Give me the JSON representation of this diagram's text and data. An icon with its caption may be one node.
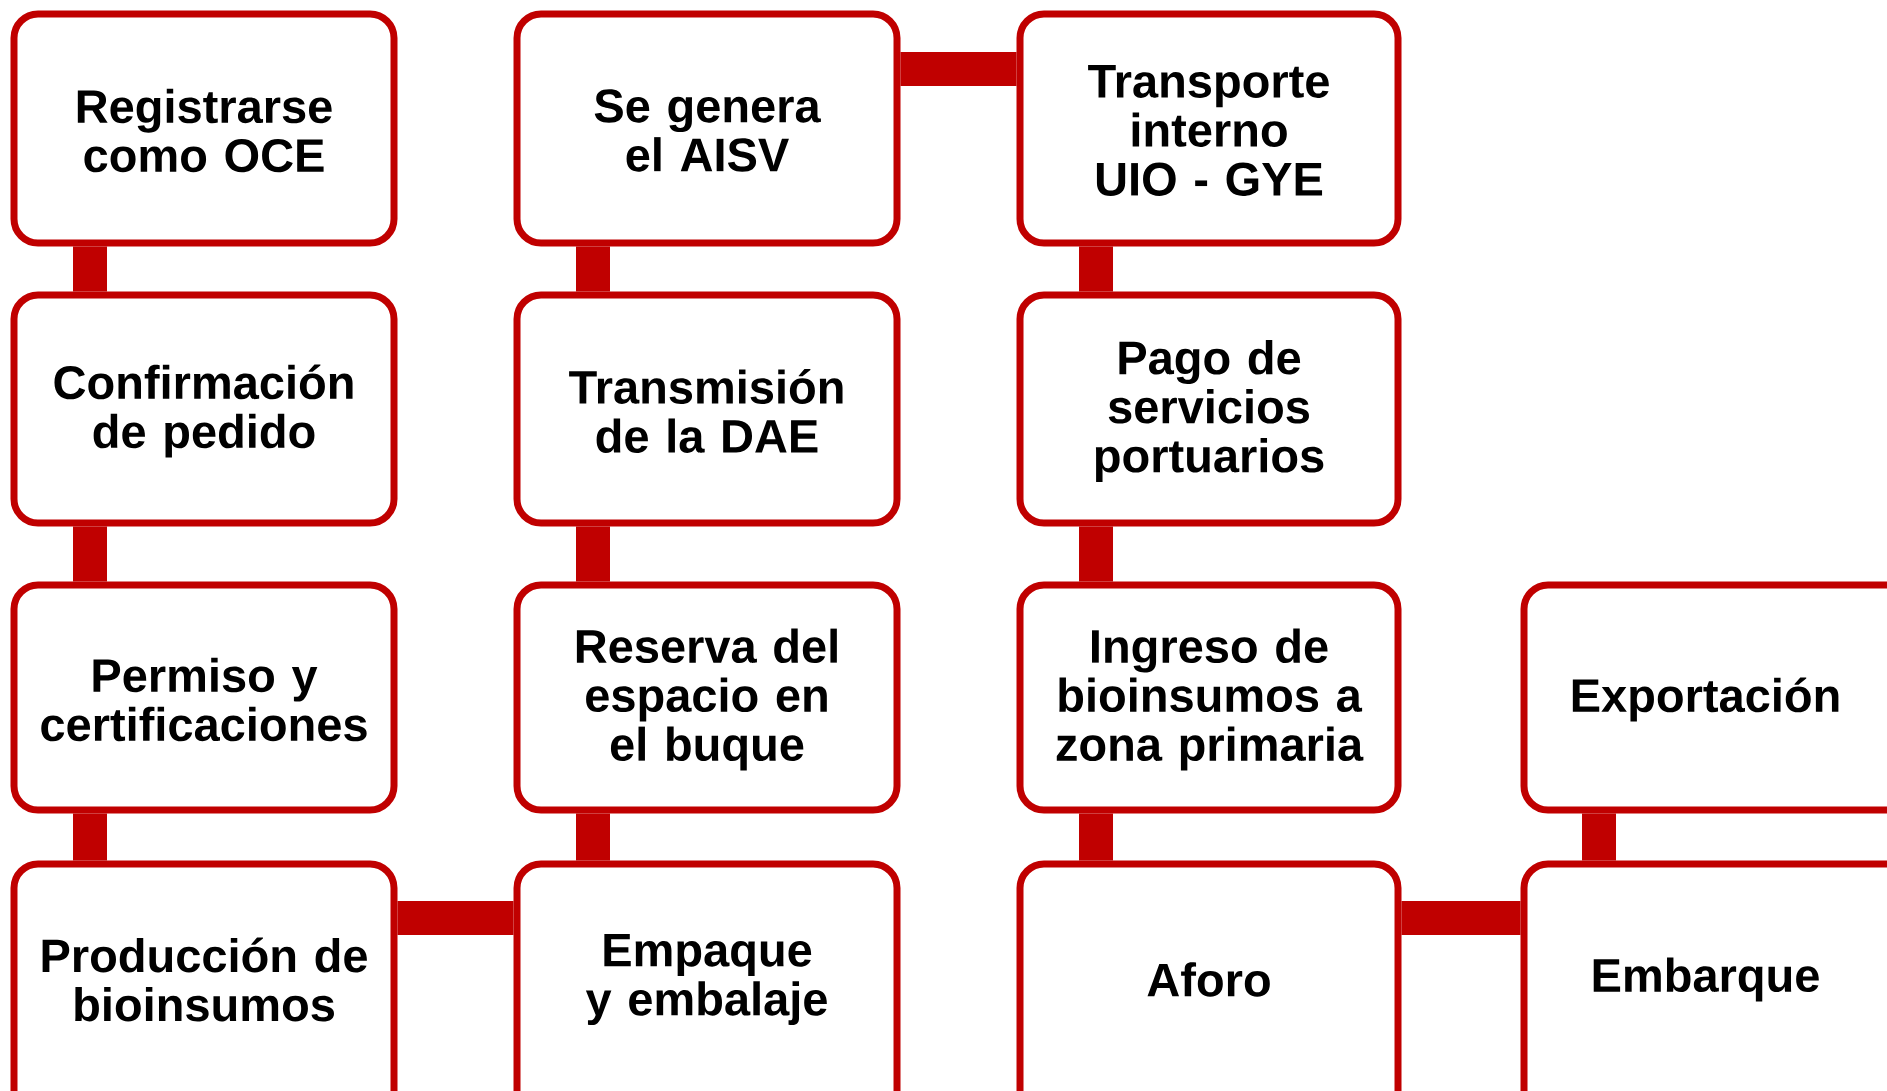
{
  "diagram": {
    "nodes": [
      {
        "text": [
          "Registrarse como OCE"
        ]
      },
      {
        "text": [
          "Confirmación de pedido"
        ]
      },
      {
        "text": [
          "Permiso y certificaciones"
        ]
      },
      {
        "text": [
          "Producción de bioinsumos"
        ]
      },
      {
        "text": [
          "Empaque y embalaje"
        ]
      },
      {
        "text": [
          "Reserva del espacio en el buque"
        ]
      },
      {
        "text": [
          "Transmisión de la DAE"
        ]
      },
      {
        "text": [
          "Se genera el AISV"
        ]
      },
      {
        "text": [
          "Transporte interno UIO - GYE"
        ]
      },
      {
        "text": [
          "Pago de servicios portuarios"
        ]
      },
      {
        "text": [
          "Ingreso de bioinsumos a zona primaria"
        ]
      },
      {
        "text": [
          "Aforo"
        ]
      },
      {
        "text": [
          "Embarque"
        ]
      },
      {
        "text": [
          "Exportación"
        ]
      }
    ],
    "edges": [
      {
        "from": 0,
        "to": 1,
        "arrow": "none"
      },
      {
        "from": 1,
        "to": 2,
        "arrow": "none"
      },
      {
        "from": 2,
        "to": 3,
        "arrow": "none"
      },
      {
        "from": 3,
        "to": 4,
        "arrow": "none"
      },
      {
        "from": 4,
        "to": 5,
        "arrow": "none"
      },
      {
        "from": 5,
        "to": 6,
        "arrow": "none"
      },
      {
        "from": 6,
        "to": 7,
        "arrow": "none"
      },
      {
        "from": 7,
        "to": 8,
        "arrow": "none"
      },
      {
        "from": 8,
        "to": 9,
        "arrow": "none"
      },
      {
        "from": 9,
        "to": 10,
        "arrow": "none"
      },
      {
        "from": 10,
        "to": 11,
        "arrow": "none"
      },
      {
        "from": 11,
        "to": 12,
        "arrow": "none"
      },
      {
        "from": 12,
        "to": 13,
        "arrow": "none"
      }
    ]
  }
}
